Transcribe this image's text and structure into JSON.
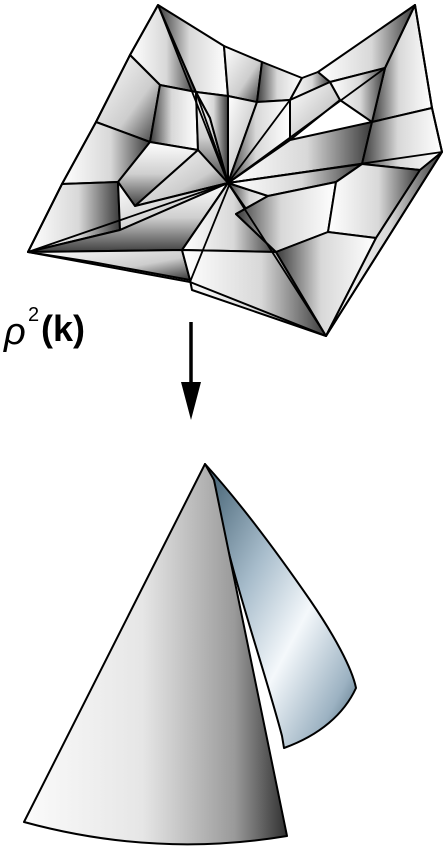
{
  "mapping_label": {
    "symbol": "ρ",
    "superscript": "2",
    "argument": "(k)"
  },
  "colors": {
    "stroke": "#000000",
    "surface_light": "#ffffff",
    "surface_dark": "#3a3a3a",
    "bluish_cone_light": "#f4f8fb",
    "bluish_cone_dark": "#3d5b6d"
  }
}
